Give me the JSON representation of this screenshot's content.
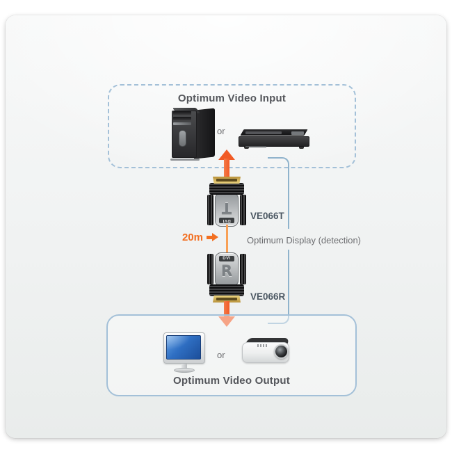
{
  "colors": {
    "accent_orange": "#f15b25",
    "cable_orange": "#f8a055",
    "box_border_blue": "#a3c0d8",
    "bracket_blue": "#8fb3cc",
    "title_text": "#54565b",
    "muted_text": "#6d6e71",
    "label_text": "#4c5863"
  },
  "input_box": {
    "title": "Optimum Video Input",
    "or_label": "or"
  },
  "output_box": {
    "title": "Optimum Video Output",
    "or_label": "or"
  },
  "transmitter": {
    "model": "VE066T",
    "letter": "T",
    "badge": "DVI"
  },
  "receiver": {
    "model": "VE066R",
    "letter": "R",
    "badge": "DVI"
  },
  "link": {
    "distance": "20m",
    "detection_label": "Optimum Display (detection)"
  }
}
